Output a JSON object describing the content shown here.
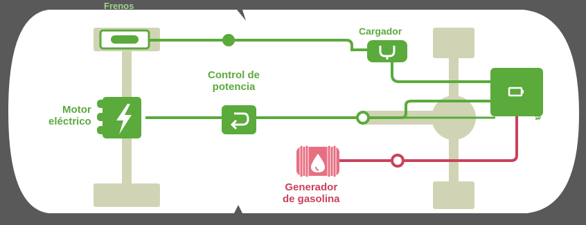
{
  "labels": {
    "brakes": "Frenos",
    "charger": "Cargador",
    "power_control_line1": "Control de",
    "power_control_line2": "potencia",
    "motor_line1": "Motor",
    "motor_line2": "eléctrico",
    "battery": "Batería",
    "generator_line1": "Generador",
    "generator_line2": "de gasolina"
  },
  "colors": {
    "frame": "#595959",
    "car_body": "#ffffff",
    "chassis": "#d1d4b4",
    "electric_green": "#5aaa3c",
    "gasoline_red": "#c8425a",
    "generator_fill": "#e86f82"
  },
  "icons": {
    "brakes": "brake-disc-icon",
    "charger": "plug-icon",
    "power_control": "return-arrow-icon",
    "motor": "lightning-bolt-icon",
    "battery": "battery-icon",
    "generator": "fuel-drop-icon"
  }
}
